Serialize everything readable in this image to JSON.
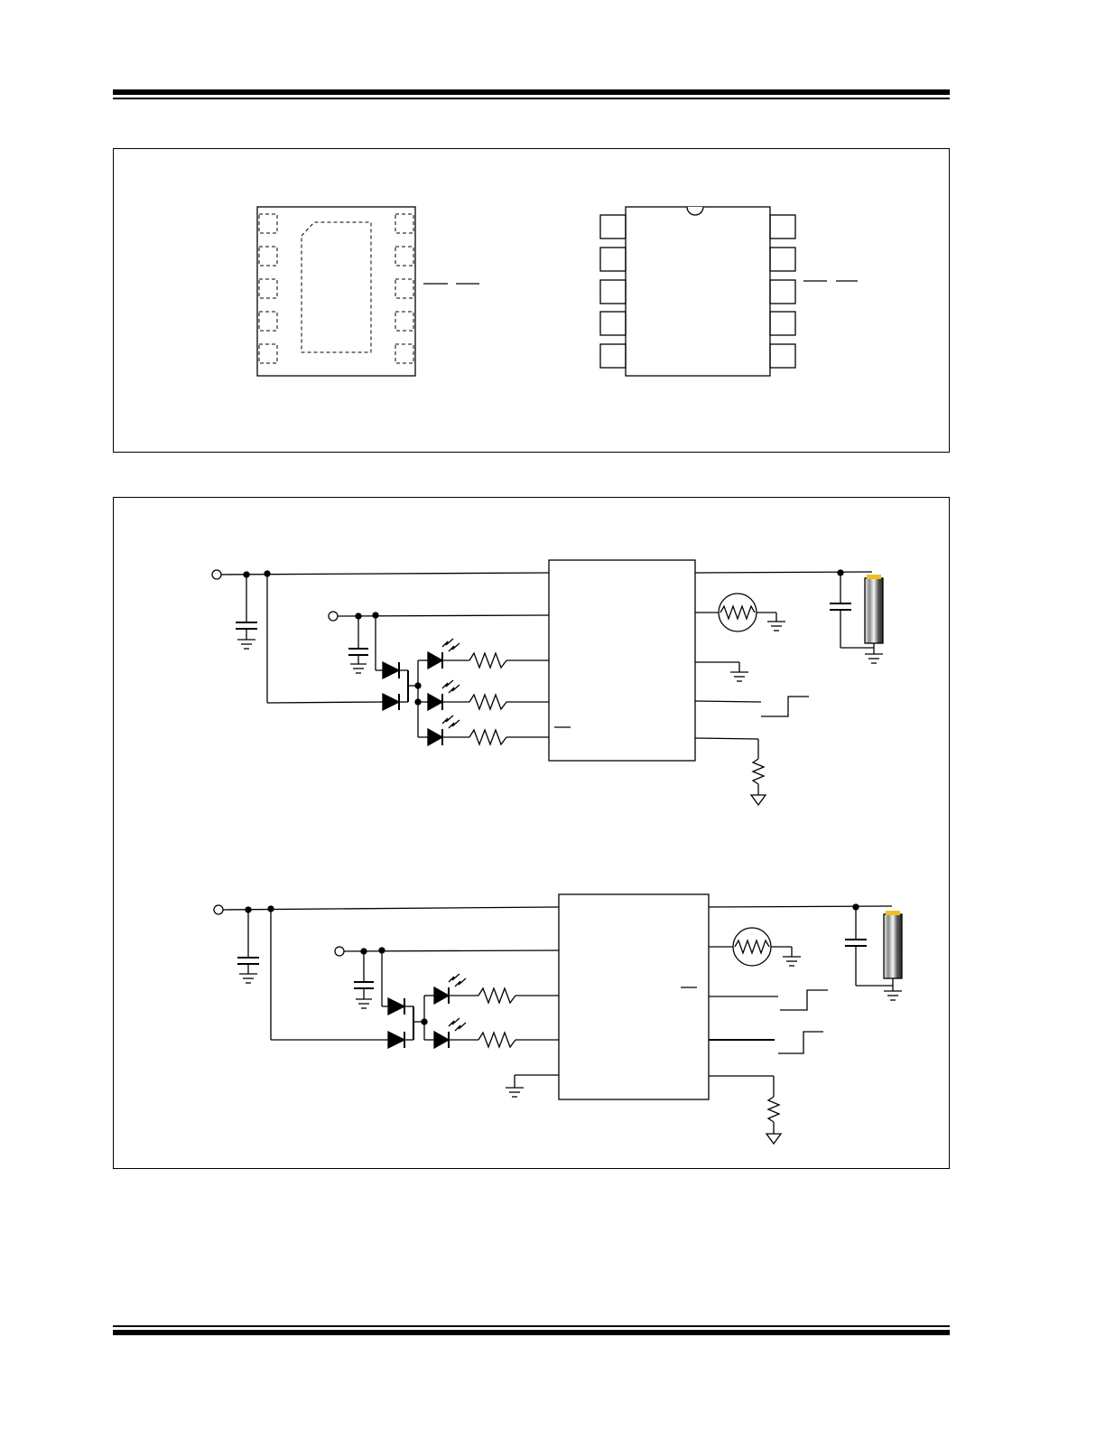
{
  "page": {
    "background": "#ffffff",
    "ink": "#000000"
  },
  "figures": [
    {
      "id": "package-outlines",
      "packages": [
        {
          "type": "dfn-10",
          "pins_per_side": 5,
          "exposed_pad": true
        },
        {
          "type": "dip-10",
          "pins_per_side": 5,
          "notch": true
        }
      ]
    },
    {
      "id": "application-circuits",
      "circuits": [
        {
          "led_channels": 3,
          "blocking_diodes": 2,
          "thermistor": true,
          "battery": true
        },
        {
          "led_channels": 2,
          "blocking_diodes": 2,
          "thermistor": true,
          "battery": true
        }
      ]
    }
  ],
  "battery_colors": {
    "cap": "#f0c020",
    "light": "#f2f2f2",
    "dark": "#2a2a2a"
  }
}
